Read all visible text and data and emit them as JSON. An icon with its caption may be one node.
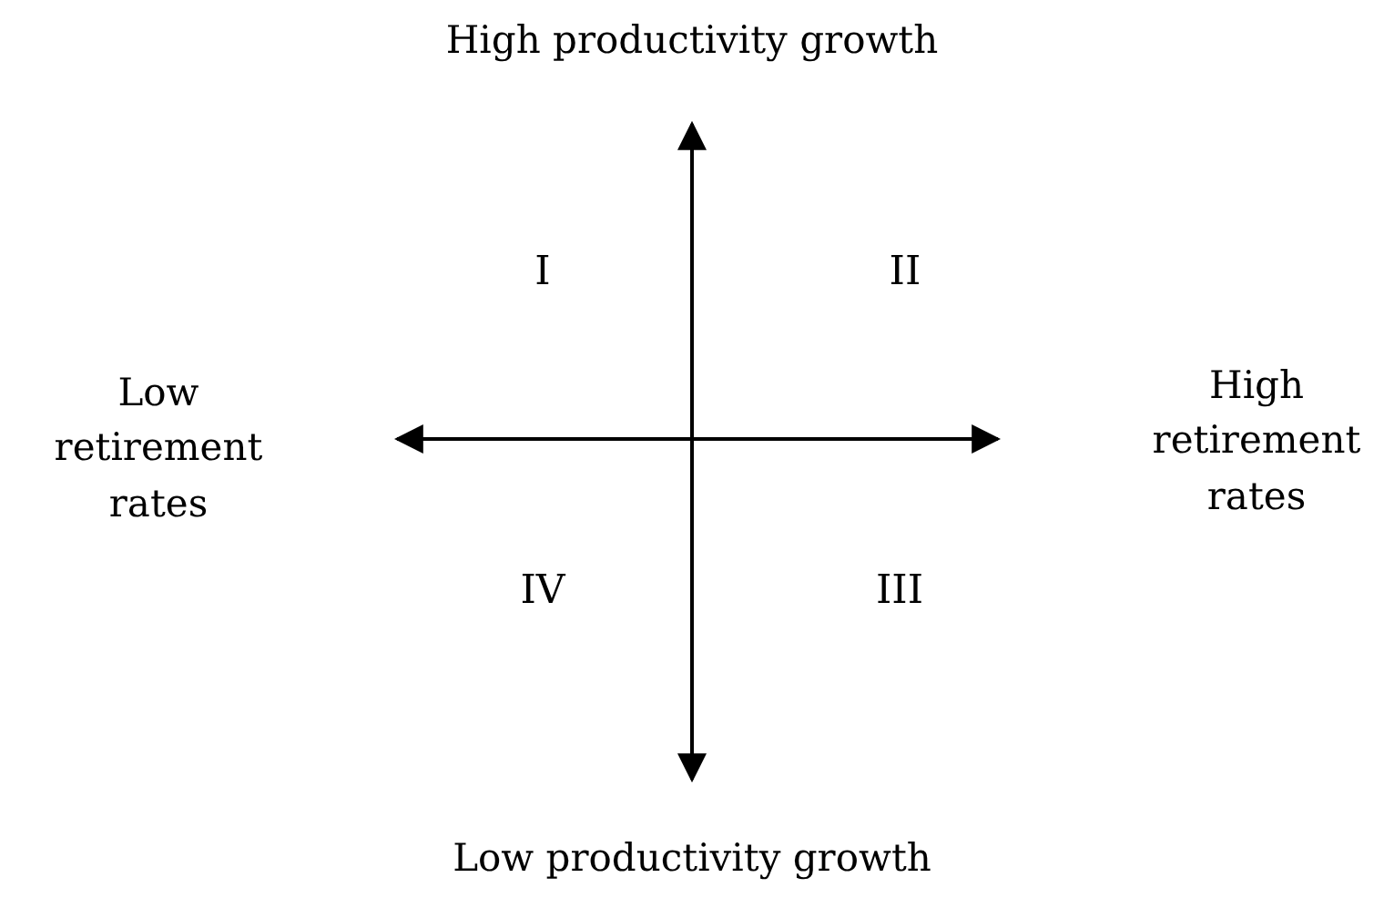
{
  "diagram": {
    "labels": [
      "High productivity growth",
      "I",
      "II",
      "Low retirement rates",
      "High retirement rates",
      "IV",
      "III",
      "Low productivity growth"
    ]
  }
}
